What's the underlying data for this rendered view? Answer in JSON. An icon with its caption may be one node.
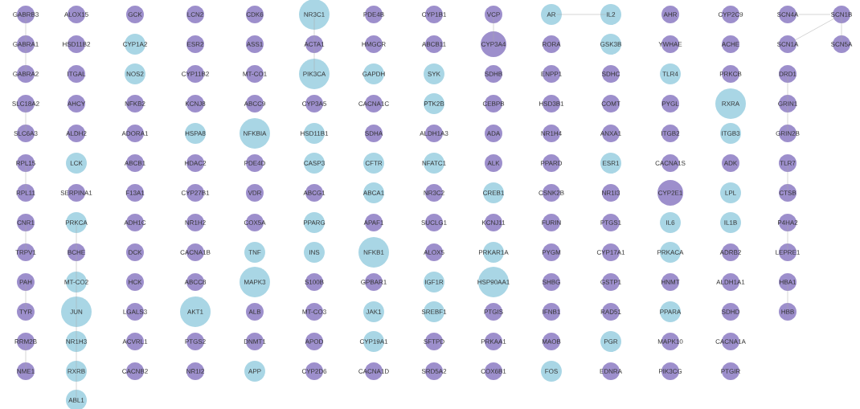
{
  "diagram": {
    "nodes": [
      {
        "text": [
          "GABRB3"
        ]
      },
      {
        "text": [
          "ALOX15"
        ]
      },
      {
        "text": [
          "GCK"
        ]
      },
      {
        "text": [
          "LCN2"
        ]
      },
      {
        "text": [
          "CDK6"
        ]
      },
      {
        "text": [
          "NR3C1"
        ]
      },
      {
        "text": [
          "PDE4B"
        ]
      },
      {
        "text": [
          "CYP1B1"
        ]
      },
      {
        "text": [
          "VCP"
        ]
      },
      {
        "text": [
          "AR"
        ]
      },
      {
        "text": [
          "IL2"
        ]
      },
      {
        "text": [
          "AHR"
        ]
      },
      {
        "text": [
          "CYP2C9"
        ]
      },
      {
        "text": [
          "SCN4A"
        ]
      },
      {
        "text": [
          "SCN1B"
        ]
      },
      {
        "text": [
          "GABRA1"
        ]
      },
      {
        "text": [
          "HSD11B2"
        ]
      },
      {
        "text": [
          "CYP1A2"
        ]
      },
      {
        "text": [
          "ESR2"
        ]
      },
      {
        "text": [
          "ASS1"
        ]
      },
      {
        "text": [
          "ACTA1"
        ]
      },
      {
        "text": [
          "HMGCR"
        ]
      },
      {
        "text": [
          "ABCB11"
        ]
      },
      {
        "text": [
          "CYP3A4"
        ]
      },
      {
        "text": [
          "RORA"
        ]
      },
      {
        "text": [
          "GSK3B"
        ]
      },
      {
        "text": [
          "YWHAE"
        ]
      },
      {
        "text": [
          "ACHE"
        ]
      },
      {
        "text": [
          "SCN1A"
        ]
      },
      {
        "text": [
          "SCN5A"
        ]
      },
      {
        "text": [
          "GABRA2"
        ]
      },
      {
        "text": [
          "ITGAL"
        ]
      },
      {
        "text": [
          "NOS2"
        ]
      },
      {
        "text": [
          "CYP11B2"
        ]
      },
      {
        "text": [
          "MT-CO1"
        ]
      },
      {
        "text": [
          "PIK3CA"
        ]
      },
      {
        "text": [
          "GAPDH"
        ]
      },
      {
        "text": [
          "SYK"
        ]
      },
      {
        "text": [
          "SDHB"
        ]
      },
      {
        "text": [
          "ENPP1"
        ]
      },
      {
        "text": [
          "SDHC"
        ]
      },
      {
        "text": [
          "TLR4"
        ]
      },
      {
        "text": [
          "PRKCB"
        ]
      },
      {
        "text": [
          "DRD1"
        ]
      },
      {
        "text": [
          "SLC18A2"
        ]
      },
      {
        "text": [
          "AHCY"
        ]
      },
      {
        "text": [
          "NFKB2"
        ]
      },
      {
        "text": [
          "KCNJ8"
        ]
      },
      {
        "text": [
          "ABCC9"
        ]
      },
      {
        "text": [
          "CYP3A5"
        ]
      },
      {
        "text": [
          "CACNA1C"
        ]
      },
      {
        "text": [
          "PTK2B"
        ]
      },
      {
        "text": [
          "CEBPB"
        ]
      },
      {
        "text": [
          "HSD3B1"
        ]
      },
      {
        "text": [
          "COMT"
        ]
      },
      {
        "text": [
          "PYGL"
        ]
      },
      {
        "text": [
          "RXRA"
        ]
      },
      {
        "text": [
          "GRIN1"
        ]
      },
      {
        "text": [
          "SLC6A3"
        ]
      },
      {
        "text": [
          "ALDH2"
        ]
      },
      {
        "text": [
          "ADORA1"
        ]
      },
      {
        "text": [
          "HSPA8"
        ]
      },
      {
        "text": [
          "NFKBIA"
        ]
      },
      {
        "text": [
          "HSD11B1"
        ]
      },
      {
        "text": [
          "SDHA"
        ]
      },
      {
        "text": [
          "ALDH1A3"
        ]
      },
      {
        "text": [
          "ADA"
        ]
      },
      {
        "text": [
          "NR1H4"
        ]
      },
      {
        "text": [
          "ANXA1"
        ]
      },
      {
        "text": [
          "ITGB2"
        ]
      },
      {
        "text": [
          "ITGB3"
        ]
      },
      {
        "text": [
          "GRIN2B"
        ]
      },
      {
        "text": [
          "RPL15"
        ]
      },
      {
        "text": [
          "LCK"
        ]
      },
      {
        "text": [
          "ABCB1"
        ]
      },
      {
        "text": [
          "HDAC2"
        ]
      },
      {
        "text": [
          "PDE4D"
        ]
      },
      {
        "text": [
          "CASP3"
        ]
      },
      {
        "text": [
          "CFTR"
        ]
      },
      {
        "text": [
          "NFATC1"
        ]
      },
      {
        "text": [
          "ALK"
        ]
      },
      {
        "text": [
          "PPARD"
        ]
      },
      {
        "text": [
          "ESR1"
        ]
      },
      {
        "text": [
          "CACNA1S"
        ]
      },
      {
        "text": [
          "ADK"
        ]
      },
      {
        "text": [
          "TLR7"
        ]
      },
      {
        "text": [
          "RPL11"
        ]
      },
      {
        "text": [
          "SERPINA1"
        ]
      },
      {
        "text": [
          "F13A1"
        ]
      },
      {
        "text": [
          "CYP27B1"
        ]
      },
      {
        "text": [
          "VDR"
        ]
      },
      {
        "text": [
          "ABCG1"
        ]
      },
      {
        "text": [
          "ABCA1"
        ]
      },
      {
        "text": [
          "NR3C2"
        ]
      },
      {
        "text": [
          "CREB1"
        ]
      },
      {
        "text": [
          "CSNK2B"
        ]
      },
      {
        "text": [
          "NR1I3"
        ]
      },
      {
        "text": [
          "CYP2E1"
        ]
      },
      {
        "text": [
          "LPL"
        ]
      },
      {
        "text": [
          "CTSB"
        ]
      },
      {
        "text": [
          "CNR1"
        ]
      },
      {
        "text": [
          "PRKCA"
        ]
      },
      {
        "text": [
          "ADH1C"
        ]
      },
      {
        "text": [
          "NR1H2"
        ]
      },
      {
        "text": [
          "COX5A"
        ]
      },
      {
        "text": [
          "PPARG"
        ]
      },
      {
        "text": [
          "APAF1"
        ]
      },
      {
        "text": [
          "SUCLG1"
        ]
      },
      {
        "text": [
          "KCNJ11"
        ]
      },
      {
        "text": [
          "FURIN"
        ]
      },
      {
        "text": [
          "PTGS1"
        ]
      },
      {
        "text": [
          "IL6"
        ]
      },
      {
        "text": [
          "IL1B"
        ]
      },
      {
        "text": [
          "P4HA2"
        ]
      },
      {
        "text": [
          "TRPV1"
        ]
      },
      {
        "text": [
          "BCHE"
        ]
      },
      {
        "text": [
          "DCK"
        ]
      },
      {
        "text": [
          "CACNA1B"
        ]
      },
      {
        "text": [
          "TNF"
        ]
      },
      {
        "text": [
          "INS"
        ]
      },
      {
        "text": [
          "NFKB1"
        ]
      },
      {
        "text": [
          "ALOX5"
        ]
      },
      {
        "text": [
          "PRKAR1A"
        ]
      },
      {
        "text": [
          "PYGM"
        ]
      },
      {
        "text": [
          "CYP17A1"
        ]
      },
      {
        "text": [
          "PRKACA"
        ]
      },
      {
        "text": [
          "ADRB2"
        ]
      },
      {
        "text": [
          "LEPRE1"
        ]
      },
      {
        "text": [
          "PAH"
        ]
      },
      {
        "text": [
          "MT-CO2"
        ]
      },
      {
        "text": [
          "HCK"
        ]
      },
      {
        "text": [
          "ABCC8"
        ]
      },
      {
        "text": [
          "MAPK3"
        ]
      },
      {
        "text": [
          "S100B"
        ]
      },
      {
        "text": [
          "GPBAR1"
        ]
      },
      {
        "text": [
          "IGF1R"
        ]
      },
      {
        "text": [
          "HSP90AA1"
        ]
      },
      {
        "text": [
          "SHBG"
        ]
      },
      {
        "text": [
          "GSTP1"
        ]
      },
      {
        "text": [
          "HNMT"
        ]
      },
      {
        "text": [
          "ALDH1A1"
        ]
      },
      {
        "text": [
          "HBA1"
        ]
      },
      {
        "text": [
          "TYR"
        ]
      },
      {
        "text": [
          "JUN"
        ]
      },
      {
        "text": [
          "LGALS3"
        ]
      },
      {
        "text": [
          "AKT1"
        ]
      },
      {
        "text": [
          "ALB"
        ]
      },
      {
        "text": [
          "MT-CO3"
        ]
      },
      {
        "text": [
          "JAK1"
        ]
      },
      {
        "text": [
          "SREBF1"
        ]
      },
      {
        "text": [
          "PTGIS"
        ]
      },
      {
        "text": [
          "IFNB1"
        ]
      },
      {
        "text": [
          "RAD51"
        ]
      },
      {
        "text": [
          "PPARA"
        ]
      },
      {
        "text": [
          "SDHD"
        ]
      },
      {
        "text": [
          "HBB"
        ]
      },
      {
        "text": [
          "RRM2B"
        ]
      },
      {
        "text": [
          "NR1H3"
        ]
      },
      {
        "text": [
          "ACVRL1"
        ]
      },
      {
        "text": [
          "PTGS2"
        ]
      },
      {
        "text": [
          "DNMT1"
        ]
      },
      {
        "text": [
          "APOD"
        ]
      },
      {
        "text": [
          "CYP19A1"
        ]
      },
      {
        "text": [
          "SFTPD"
        ]
      },
      {
        "text": [
          "PRKAA1"
        ]
      },
      {
        "text": [
          "MAOB"
        ]
      },
      {
        "text": [
          "PGR"
        ]
      },
      {
        "text": [
          "MAPK10"
        ]
      },
      {
        "text": [
          "CACNA1A"
        ]
      },
      {
        "text": [
          "NME1"
        ]
      },
      {
        "text": [
          "RXRB"
        ]
      },
      {
        "text": [
          "CACNB2"
        ]
      },
      {
        "text": [
          "NR1I2"
        ]
      },
      {
        "text": [
          "APP"
        ]
      },
      {
        "text": [
          "CYP2D6"
        ]
      },
      {
        "text": [
          "CACNA1D"
        ]
      },
      {
        "text": [
          "SRD5A2"
        ]
      },
      {
        "text": [
          "COX6B1"
        ]
      },
      {
        "text": [
          "FOS"
        ]
      },
      {
        "text": [
          "EDNRA"
        ]
      },
      {
        "text": [
          "PIK3CG"
        ]
      },
      {
        "text": [
          "PTGIR"
        ]
      },
      {
        "text": [
          "ABL1"
        ]
      }
    ],
    "edges": [
      {
        "from": 0,
        "to": 15,
        "arrow": "none"
      },
      {
        "from": 15,
        "to": 30,
        "arrow": "none"
      },
      {
        "from": 44,
        "to": 58,
        "arrow": "none"
      },
      {
        "from": 72,
        "to": 86,
        "arrow": "none"
      },
      {
        "from": 100,
        "to": 114,
        "arrow": "none"
      },
      {
        "from": 128,
        "to": 142,
        "arrow": "none"
      },
      {
        "from": 156,
        "to": 169,
        "arrow": "none"
      },
      {
        "from": 13,
        "to": 14,
        "arrow": "none"
      },
      {
        "from": 14,
        "to": 29,
        "arrow": "none"
      },
      {
        "from": 28,
        "to": 14,
        "arrow": "none"
      },
      {
        "from": 43,
        "to": 57,
        "arrow": "none"
      },
      {
        "from": 57,
        "to": 71,
        "arrow": "none"
      },
      {
        "from": 85,
        "to": 99,
        "arrow": "none"
      },
      {
        "from": 113,
        "to": 127,
        "arrow": "none"
      },
      {
        "from": 141,
        "to": 155,
        "arrow": "none"
      },
      {
        "from": 101,
        "to": 115,
        "arrow": "none"
      },
      {
        "from": 115,
        "to": 129,
        "arrow": "none"
      },
      {
        "from": 129,
        "to": 143,
        "arrow": "none"
      },
      {
        "from": 143,
        "to": 157,
        "arrow": "none"
      },
      {
        "from": 157,
        "to": 170,
        "arrow": "none"
      },
      {
        "from": 170,
        "to": 182,
        "arrow": "none"
      },
      {
        "from": 9,
        "to": 10,
        "arrow": "none"
      },
      {
        "from": 5,
        "to": 20,
        "arrow": "none"
      },
      {
        "from": 20,
        "to": 35,
        "arrow": "none"
      },
      {
        "from": 8,
        "to": 23,
        "arrow": "none"
      }
    ]
  }
}
